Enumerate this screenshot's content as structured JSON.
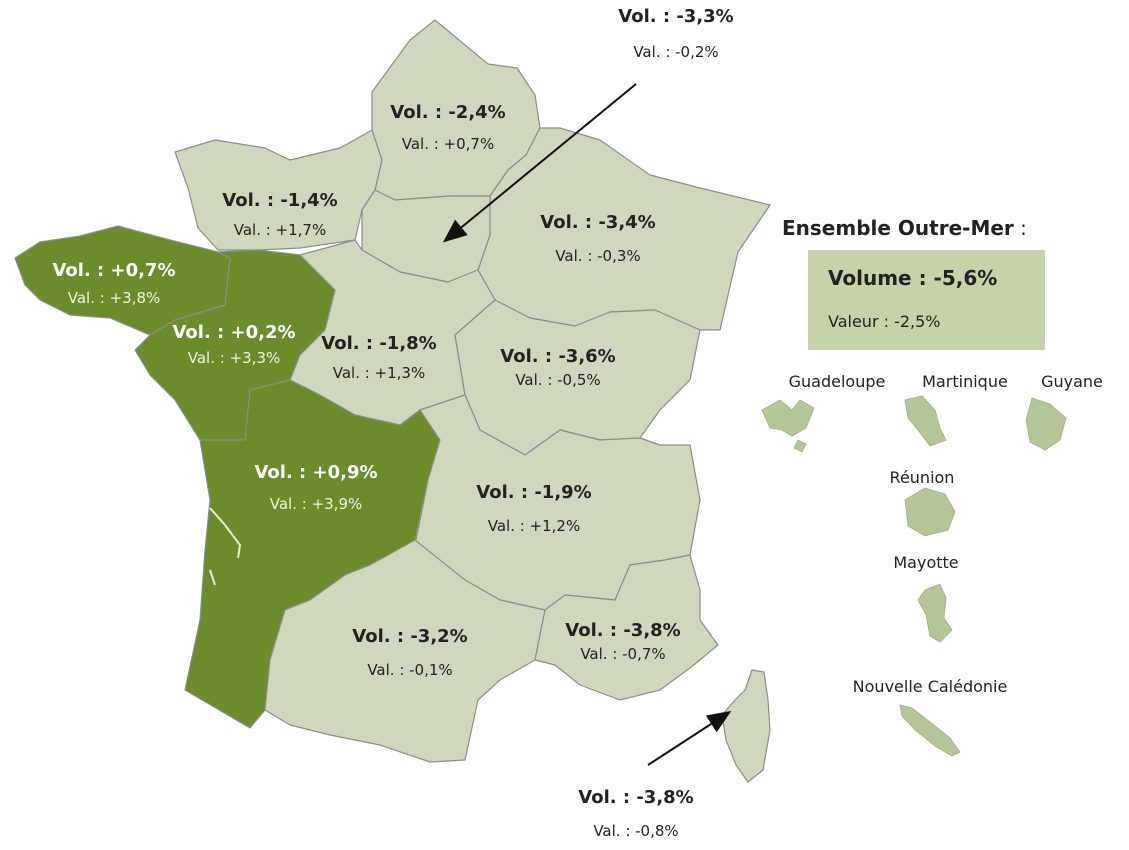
{
  "colors": {
    "positive": "#6a8c2a",
    "negative": "#cfd8bd",
    "border": "#8a8f86",
    "overseas_box": "#c6d3a8",
    "overseas_shape": "#b5c598"
  },
  "regions": [
    {
      "id": "hauts-de-france",
      "vol": "Vol. : -2,4%",
      "val": "Val. : +0,7%",
      "trend": "negative"
    },
    {
      "id": "normandie",
      "vol": "Vol. : -1,4%",
      "val": "Val. : +1,7%",
      "trend": "negative"
    },
    {
      "id": "grand-est",
      "vol": "Vol. : -3,4%",
      "val": "Val. : -0,3%",
      "trend": "negative"
    },
    {
      "id": "ile-de-france",
      "vol": "Vol. : -3,3%",
      "val": "Val. : -0,2%",
      "trend": "negative"
    },
    {
      "id": "bretagne",
      "vol": "Vol. : +0,7%",
      "val": "Val. : +3,8%",
      "trend": "positive"
    },
    {
      "id": "pays-de-la-loire",
      "vol": "Vol. : +0,2%",
      "val": "Val. : +3,3%",
      "trend": "positive"
    },
    {
      "id": "centre-val-de-loire",
      "vol": "Vol. : -1,8%",
      "val": "Val. : +1,3%",
      "trend": "negative"
    },
    {
      "id": "bourgogne-franche-comte",
      "vol": "Vol. : -3,6%",
      "val": "Val. : -0,5%",
      "trend": "negative"
    },
    {
      "id": "nouvelle-aquitaine",
      "vol": "Vol. : +0,9%",
      "val": "Val. : +3,9%",
      "trend": "positive"
    },
    {
      "id": "auvergne-rhone-alpes",
      "vol": "Vol. : -1,9%",
      "val": "Val. : +1,2%",
      "trend": "negative"
    },
    {
      "id": "occitanie",
      "vol": "Vol. : -3,2%",
      "val": "Val. : -0,1%",
      "trend": "negative"
    },
    {
      "id": "paca",
      "vol": "Vol. : -3,8%",
      "val": "Val. : -0,7%",
      "trend": "negative"
    },
    {
      "id": "corse",
      "vol": "Vol. : -3,8%",
      "val": "Val. : -0,8%",
      "trend": "negative"
    }
  ],
  "overseas": {
    "title": "Ensemble Outre-Mer",
    "title_suffix": " :",
    "volume": "Volume : -5,6%",
    "valeur": "Valeur : -2,5%",
    "territories": [
      "Guadeloupe",
      "Martinique",
      "Guyane",
      "Réunion",
      "Mayotte",
      "Nouvelle Calédonie"
    ]
  }
}
